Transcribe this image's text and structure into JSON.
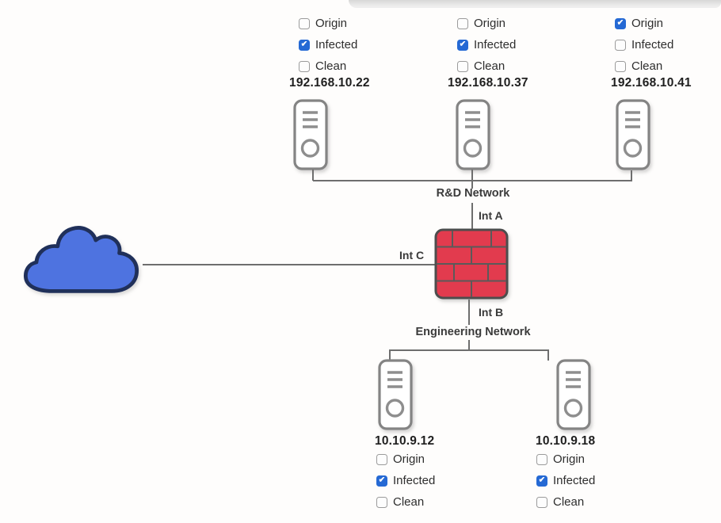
{
  "diagram": {
    "checkbox_options": [
      "Origin",
      "Infected",
      "Clean"
    ],
    "rd_network": {
      "label": "R&D Network",
      "hosts": [
        {
          "ip": "192.168.10.22",
          "checks": [
            false,
            true,
            false
          ]
        },
        {
          "ip": "192.168.10.37",
          "checks": [
            false,
            true,
            false
          ]
        },
        {
          "ip": "192.168.10.41",
          "checks": [
            true,
            false,
            false
          ]
        }
      ]
    },
    "engineering_network": {
      "label": "Engineering Network",
      "hosts": [
        {
          "ip": "10.10.9.12",
          "checks": [
            false,
            true,
            false
          ]
        },
        {
          "ip": "10.10.9.18",
          "checks": [
            false,
            true,
            false
          ]
        }
      ]
    },
    "firewall": {
      "interfaces": {
        "top": "Int A",
        "bottom": "Int B",
        "left": "Int C"
      }
    },
    "colors": {
      "checkbox_checked": "#2569d4",
      "firewall_brick": "#e23b4e",
      "firewall_mortar": "#5a5a5a",
      "firewall_border": "#4d4d4d",
      "cloud_fill": "#4e73e0",
      "cloud_border": "#20305a",
      "line": "#6e6e6e",
      "icon_gray": "#8b8b8b"
    }
  }
}
